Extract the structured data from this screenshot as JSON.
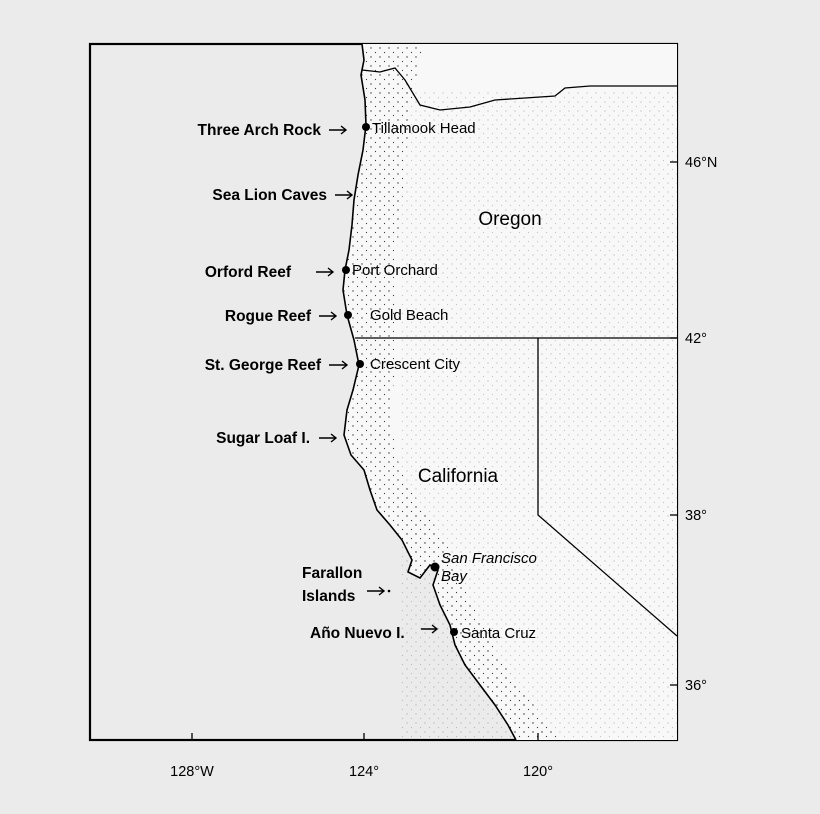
{
  "map": {
    "states": [
      "Oregon",
      "California"
    ],
    "towns": [
      "Tillamook Head",
      "Port Orchard",
      "Gold Beach",
      "Crescent City",
      "San Francisco",
      "Bay",
      "Santa Cruz"
    ],
    "sites": [
      "Three Arch Rock",
      "Sea Lion Caves",
      "Orford Reef",
      "Rogue Reef",
      "St. George Reef",
      "Sugar Loaf I.",
      "Farallon",
      "Islands",
      "Año Nuevo I."
    ],
    "lat_ticks": [
      "46°N",
      "42°",
      "38°",
      "36°"
    ],
    "lon_ticks": [
      "128°W",
      "124°",
      "120°"
    ],
    "colors": {
      "background": "#ebebeb",
      "land": "#f7f7f7",
      "ink": "#111111"
    }
  }
}
